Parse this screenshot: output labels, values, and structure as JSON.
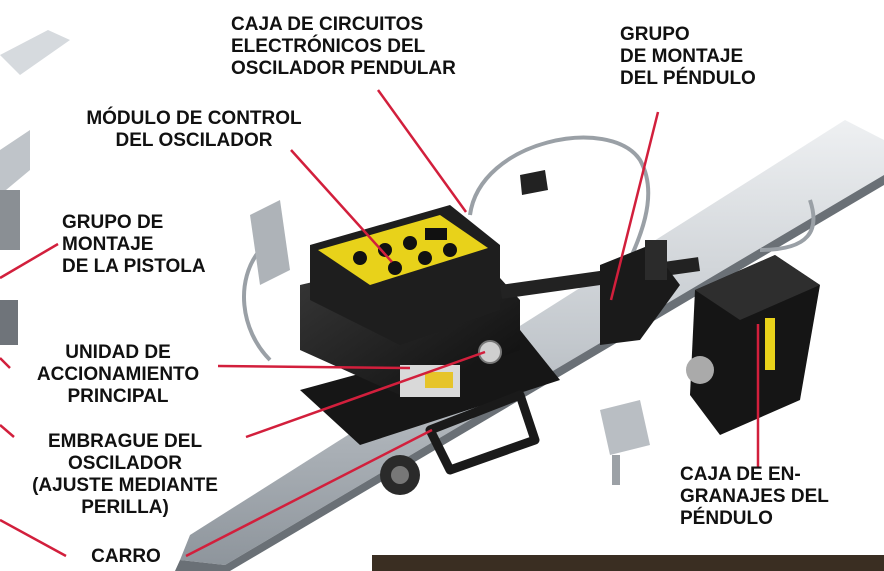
{
  "colors": {
    "leader_line": "#d21f3c",
    "label_text": "#111111",
    "control_panel": "#e8d21a",
    "machine_body": "#1b1b1b",
    "rail": "#c9cdd2"
  },
  "labels": {
    "caja_circuitos": [
      "CAJA DE CIRCUITOS",
      "ELECTRÓNICOS DEL",
      "OSCILADOR PENDULAR"
    ],
    "grupo_montaje_pendulo": [
      "GRUPO",
      "DE MONTAJE",
      "DEL PÉNDULO"
    ],
    "modulo_control": [
      "MÓDULO DE CONTROL",
      "DEL OSCILADOR"
    ],
    "grupo_montaje_pistola": [
      "GRUPO DE",
      "MONTAJE",
      "DE LA PISTOLA"
    ],
    "unidad_accionamiento": [
      "UNIDAD DE",
      "ACCIONAMIENTO",
      "PRINCIPAL"
    ],
    "embrague": [
      "EMBRAGUE DEL",
      "OSCILADOR",
      "(AJUSTE MEDIANTE",
      "PERILLA)"
    ],
    "carro": [
      "CARRO"
    ],
    "caja_engranajes": [
      "CAJA DE EN-",
      "GRANAJES DEL",
      "PÉNDULO"
    ]
  }
}
